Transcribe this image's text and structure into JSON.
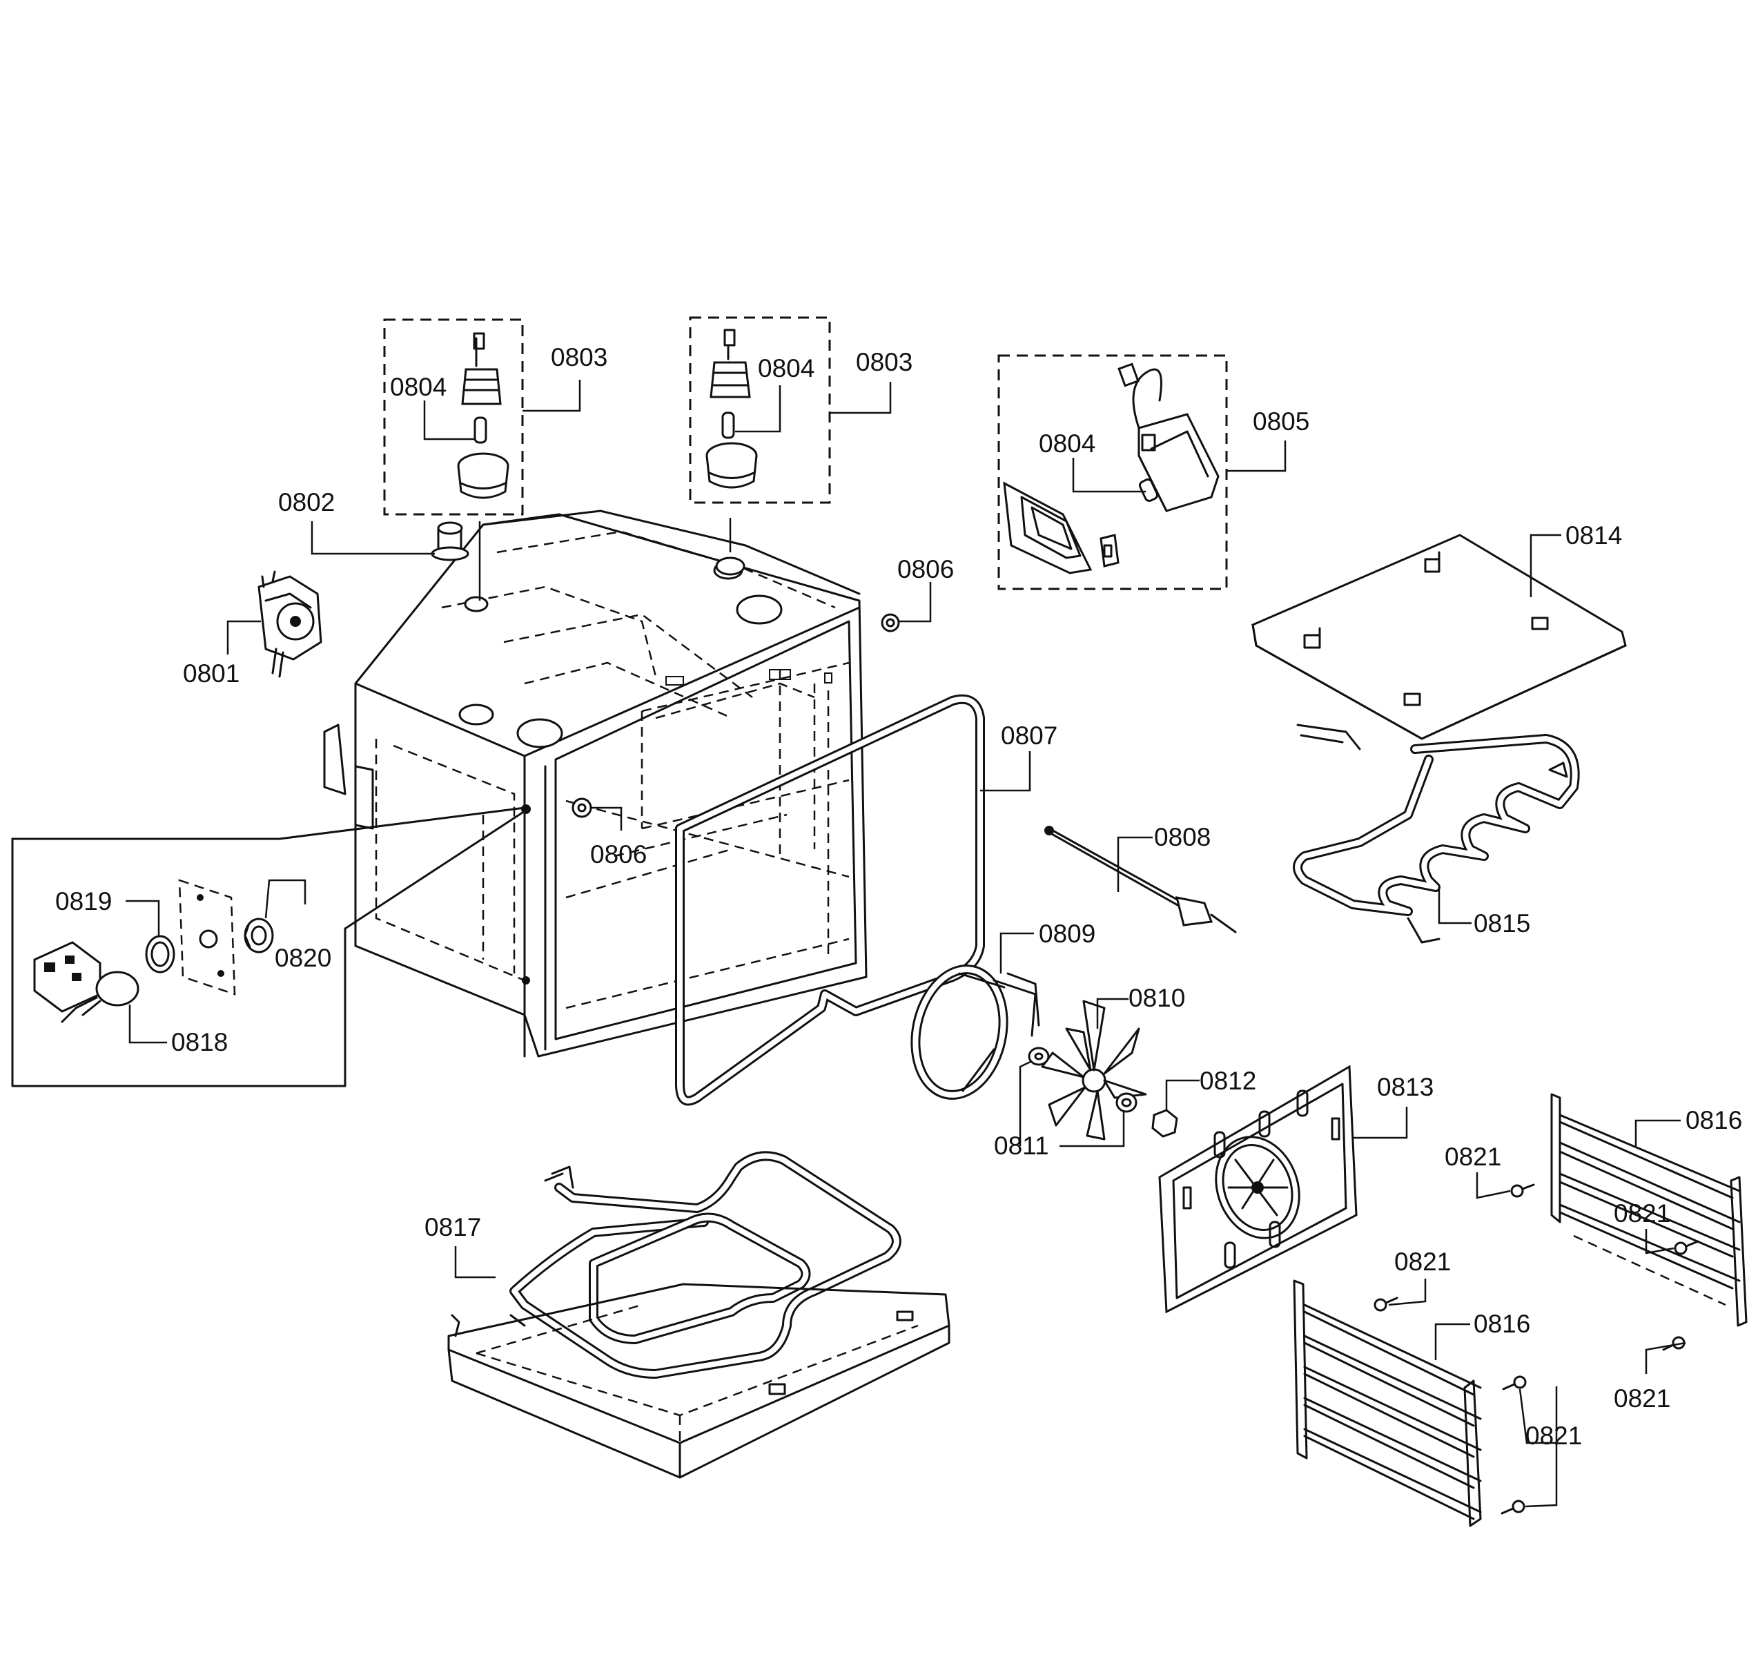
{
  "callouts": {
    "c0801": "0801",
    "c0802": "0802",
    "c0803a": "0803",
    "c0803b": "0803",
    "c0804a": "0804",
    "c0804b": "0804",
    "c0804c": "0804",
    "c0805": "0805",
    "c0806a": "0806",
    "c0806b": "0806",
    "c0807": "0807",
    "c0808": "0808",
    "c0809": "0809",
    "c0810": "0810",
    "c0811": "0811",
    "c0812": "0812",
    "c0813": "0813",
    "c0814": "0814",
    "c0815": "0815",
    "c0816a": "0816",
    "c0816b": "0816",
    "c0817": "0817",
    "c0818": "0818",
    "c0819": "0819",
    "c0820": "0820",
    "c0821a": "0821",
    "c0821b": "0821",
    "c0821c": "0821",
    "c0821d": "0821",
    "c0821e": "0821"
  }
}
